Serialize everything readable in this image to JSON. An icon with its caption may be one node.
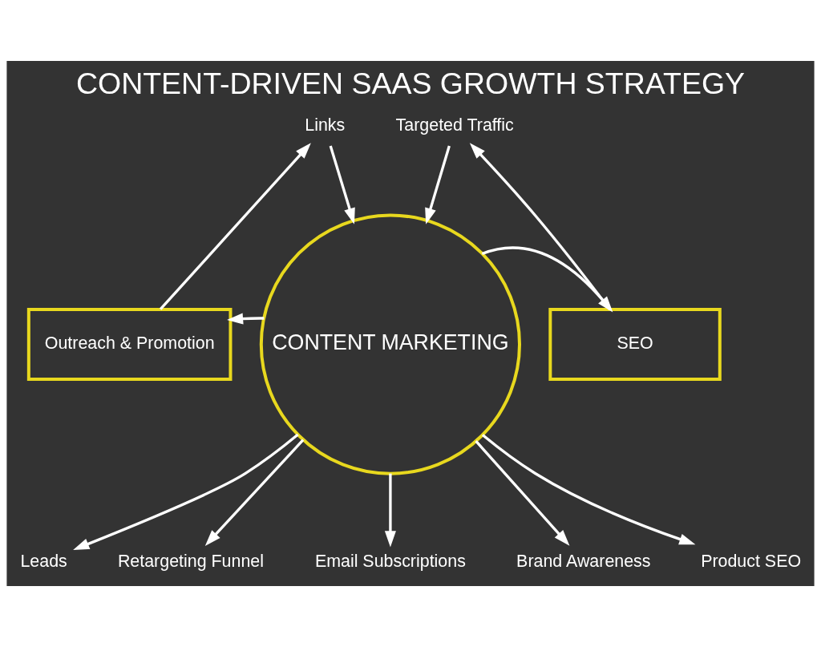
{
  "diagram": {
    "title": "CONTENT-DRIVEN SAAS GROWTH STRATEGY",
    "nodes": [
      {
        "text": [
          "CONTENT MARKETING"
        ]
      },
      {
        "text": [
          "Outreach & Promotion"
        ]
      },
      {
        "text": [
          "SEO"
        ]
      },
      {
        "text": [
          "Links"
        ]
      },
      {
        "text": [
          "Targeted Traffic"
        ]
      },
      {
        "text": [
          "Leads"
        ]
      },
      {
        "text": [
          "Retargeting Funnel"
        ]
      },
      {
        "text": [
          "Email Subscriptions"
        ]
      },
      {
        "text": [
          "Brand Awareness"
        ]
      },
      {
        "text": [
          "Product SEO"
        ]
      }
    ],
    "edges": [
      {
        "from": 0,
        "to": 1,
        "arrow": "to"
      },
      {
        "from": 0,
        "to": 2,
        "arrow": "to"
      },
      {
        "from": 1,
        "to": 3,
        "arrow": "to"
      },
      {
        "from": 2,
        "to": 4,
        "arrow": "to"
      },
      {
        "from": 3,
        "to": 0,
        "arrow": "to"
      },
      {
        "from": 4,
        "to": 0,
        "arrow": "to"
      },
      {
        "from": 0,
        "to": 5,
        "arrow": "to"
      },
      {
        "from": 0,
        "to": 6,
        "arrow": "to"
      },
      {
        "from": 0,
        "to": 7,
        "arrow": "to"
      },
      {
        "from": 0,
        "to": 8,
        "arrow": "to"
      },
      {
        "from": 0,
        "to": 9,
        "arrow": "to"
      }
    ]
  }
}
